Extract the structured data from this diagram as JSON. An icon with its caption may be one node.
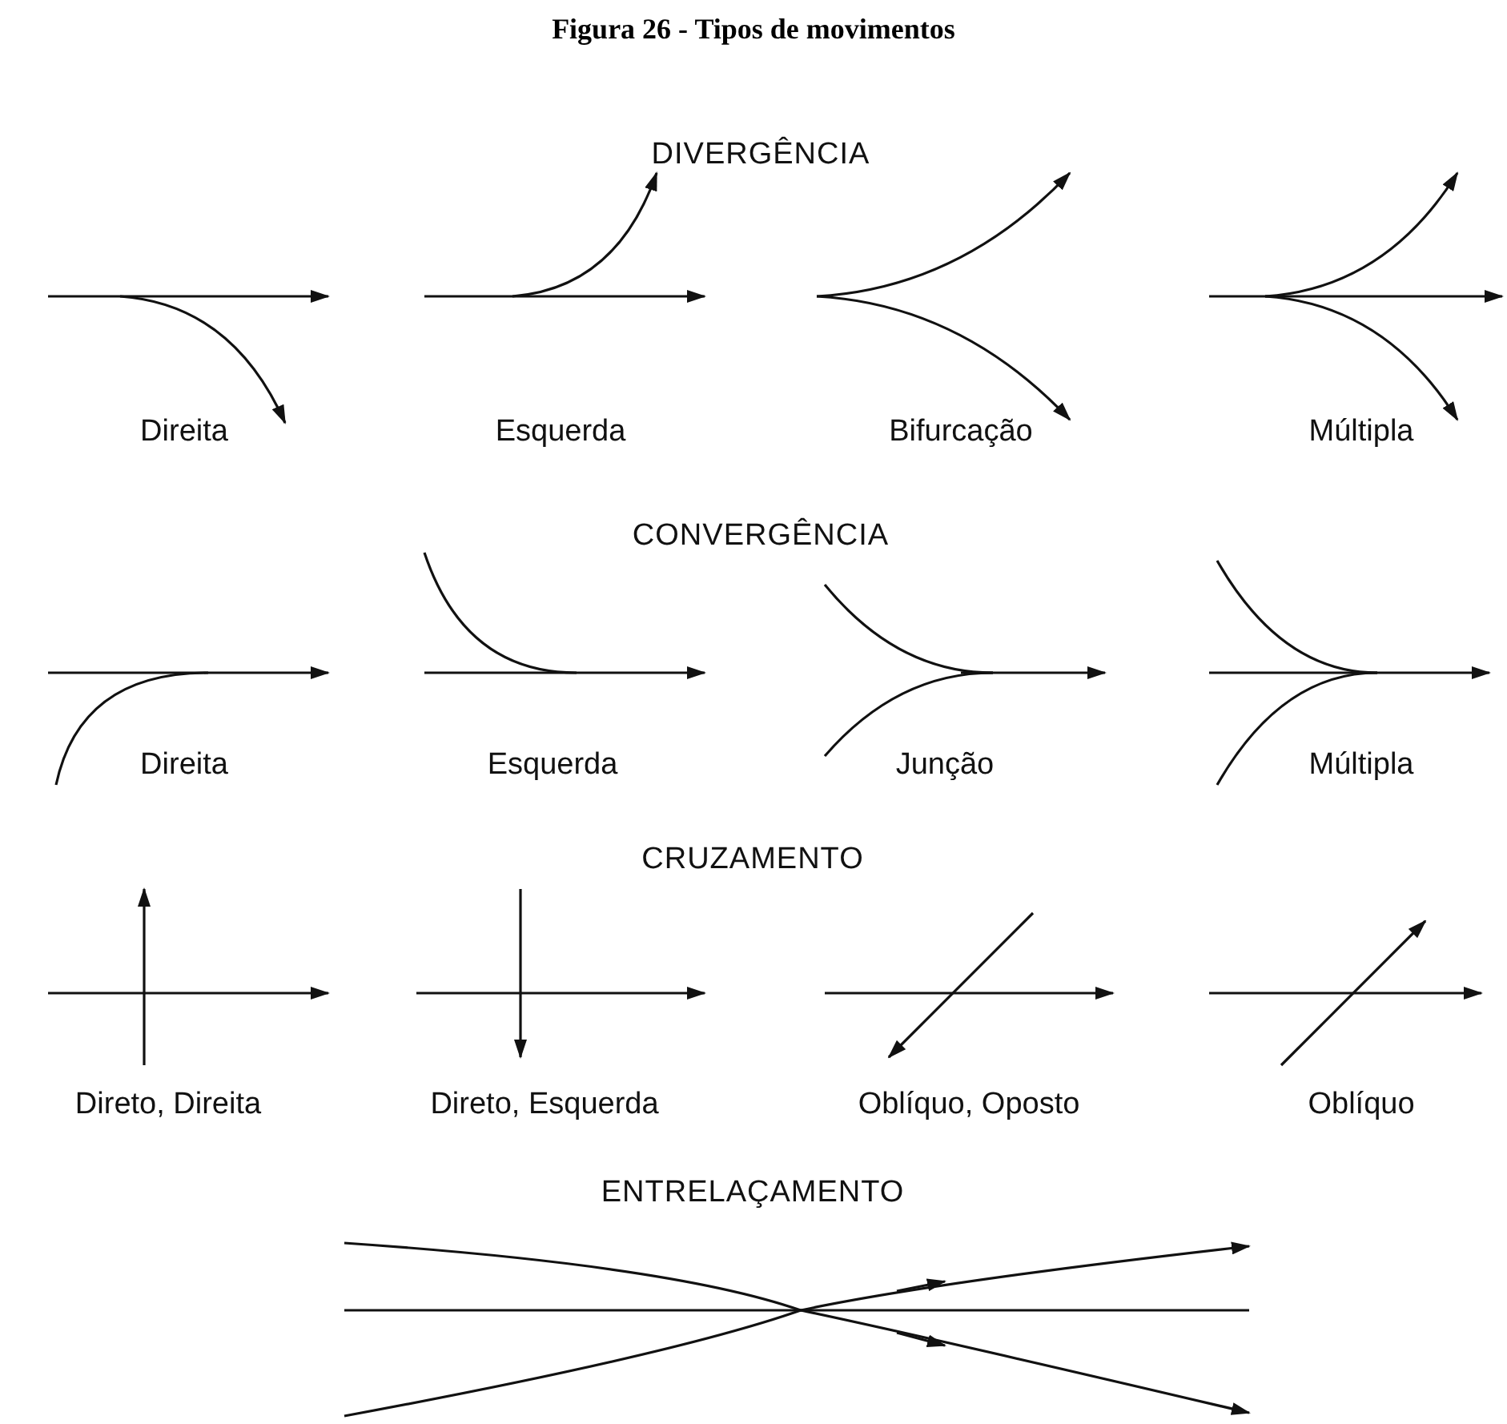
{
  "diagram": {
    "title": "Figura 26 - Tipos de movimentos",
    "labels": [
      "DIVERGÊNCIA",
      "Direita",
      "Esquerda",
      "Bifurcação",
      "Múltipla",
      "CONVERGÊNCIA",
      "Direita",
      "Esquerda",
      "Junção",
      "Múltipla",
      "CRUZAMENTO",
      "Direto, Direita",
      "Direto, Esquerda",
      "Oblíquo, Oposto",
      "Oblíquo",
      "ENTRELAÇAMENTO"
    ]
  }
}
